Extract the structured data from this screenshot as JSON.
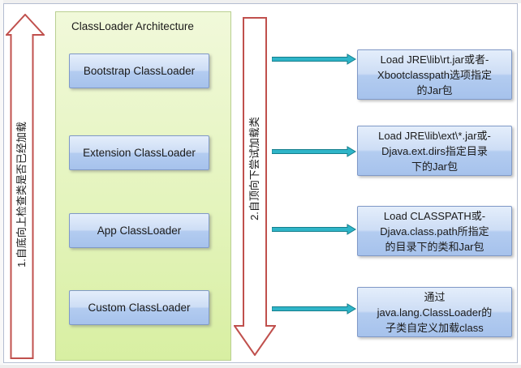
{
  "panel": {
    "title": "ClassLoader Architecture"
  },
  "side_arrow_up": {
    "label": "1.自底向上检查类是否已经加载"
  },
  "side_arrow_down": {
    "label": "2.自顶向下尝试加载类"
  },
  "colors": {
    "accent_red": "#C0504D",
    "accent_teal": "#2FB5C8",
    "loader_box_border": "#8099C7",
    "panel_green_border": "#B9CF91"
  },
  "rows": [
    {
      "loader": "Bootstrap ClassLoader",
      "target": "Load JRE\\lib\\rt.jar或者-\nXbootclasspath选项指定\n的Jar包"
    },
    {
      "loader": "Extension ClassLoader",
      "target": "Load JRE\\lib\\ext\\*.jar或-\nDjava.ext.dirs指定目录\n下的Jar包"
    },
    {
      "loader": "App ClassLoader",
      "target": "Load CLASSPATH或-\nDjava.class.path所指定\n的目录下的类和Jar包"
    },
    {
      "loader": "Custom ClassLoader",
      "target": "通过\njava.lang.ClassLoader的\n子类自定义加载class"
    }
  ]
}
